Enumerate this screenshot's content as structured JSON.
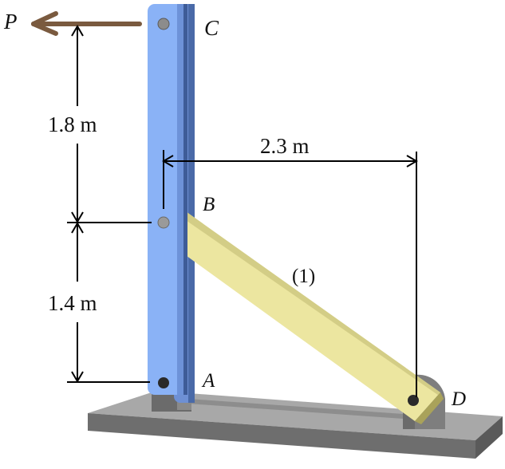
{
  "diagram": {
    "type": "mechanical-structure",
    "colors": {
      "post": "#86aef4",
      "post_dark": "#4a6aa8",
      "link": "#e9e39a",
      "link_dark": "#b3ad5a",
      "base": "#9b9b9b",
      "force_arrow": "#7a5a3f",
      "pin": "#8a8a8a"
    },
    "points": {
      "P": "P",
      "C": "C",
      "B": "B",
      "A": "A",
      "D": "D"
    },
    "member_label": "(1)",
    "dimensions": {
      "CB": "1.8 m",
      "BA": "1.4 m",
      "BD_horizontal": "2.3 m"
    },
    "force": {
      "label": "P",
      "direction": "left"
    }
  }
}
